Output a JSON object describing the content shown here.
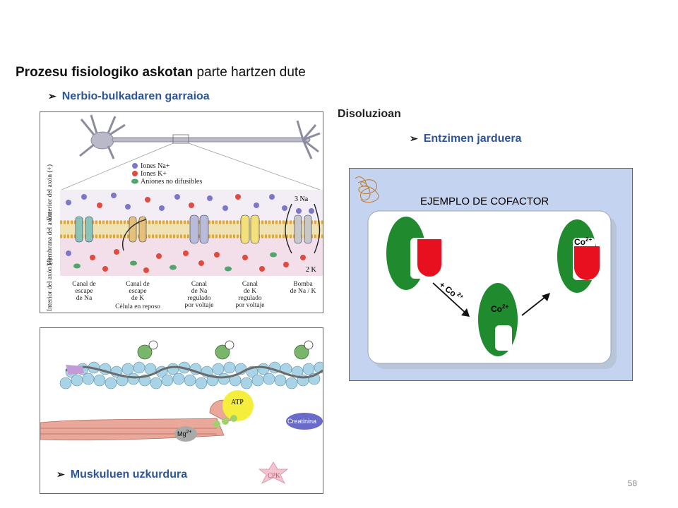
{
  "header": {
    "title_bold": "Prozesu fisiologiko askotan",
    "title_rest": " parte hartzen dute"
  },
  "bullets": {
    "nerve": "Nerbio-bulkadaren garraioa",
    "enzyme": "Entzimen jarduera",
    "muscle": "Muskuluen uzkurdura"
  },
  "subheading": "Disoluzioan",
  "nerve_figure": {
    "legend": [
      "Iones Na+",
      "Iones K+",
      "Aniones no difusibles"
    ],
    "side_labels": [
      "Exterior del axón (+)",
      "Membrana del axón",
      "Interior del axón (-)"
    ],
    "pump_top": "3 Na",
    "pump_bottom": "2 K",
    "channels": [
      [
        "Canal de",
        "escape",
        "de Na"
      ],
      [
        "Canal de",
        "escape",
        "de K"
      ],
      [
        "Canal",
        "de Na",
        "regulado",
        "por voltaje"
      ],
      [
        "Canal",
        "de K",
        "regulado",
        "por voltaje"
      ],
      [
        "Bomba",
        "de Na / K"
      ]
    ],
    "caption": "Célula en reposo"
  },
  "cofactor_figure": {
    "title": "EJEMPLO DE COFACTOR",
    "ion_label": "Co",
    "ion_charge": "2+",
    "arrow_label": "+ Co",
    "arrow_charge": "2+"
  },
  "muscle_figure": {
    "atp": "ATP",
    "creatine": "Creatinina",
    "mg": "Mg",
    "mg_charge": "2+",
    "cpk": "CPK"
  },
  "slide_number": "58",
  "colors": {
    "bullet_text": "#2e5597",
    "enzyme_green": "#1f8a2e",
    "substrate_red": "#e8101f",
    "cofactor_bg": "#c4d3ef"
  }
}
